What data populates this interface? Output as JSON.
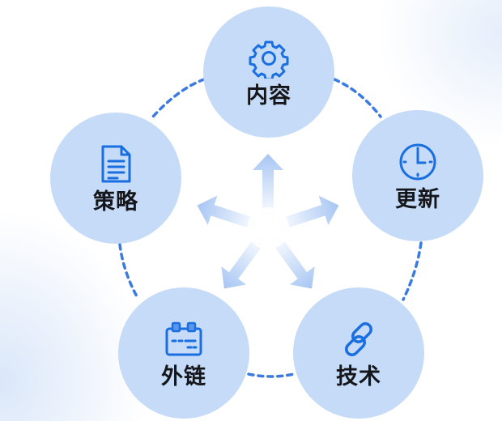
{
  "diagram": {
    "type": "hub-and-spoke cycle",
    "center": {
      "label": ""
    },
    "nodes": [
      {
        "id": "content",
        "label": "内容",
        "icon": "gear-icon"
      },
      {
        "id": "update",
        "label": "更新",
        "icon": "clock-icon"
      },
      {
        "id": "technology",
        "label": "技术",
        "icon": "link-chain-icon"
      },
      {
        "id": "backlinks",
        "label": "外链",
        "icon": "calendar-icon"
      },
      {
        "id": "strategy",
        "label": "策略",
        "icon": "document-icon"
      }
    ],
    "connections": "dashed ring linking adjacent nodes; arrows radiate from center to each node"
  },
  "colors": {
    "node_fill": "#c5dbf7",
    "icon_stroke": "#1a6fe0",
    "dashed_line": "#3b7be0",
    "arrow_fill": "#9dc0f2",
    "label_text": "#15161a"
  }
}
